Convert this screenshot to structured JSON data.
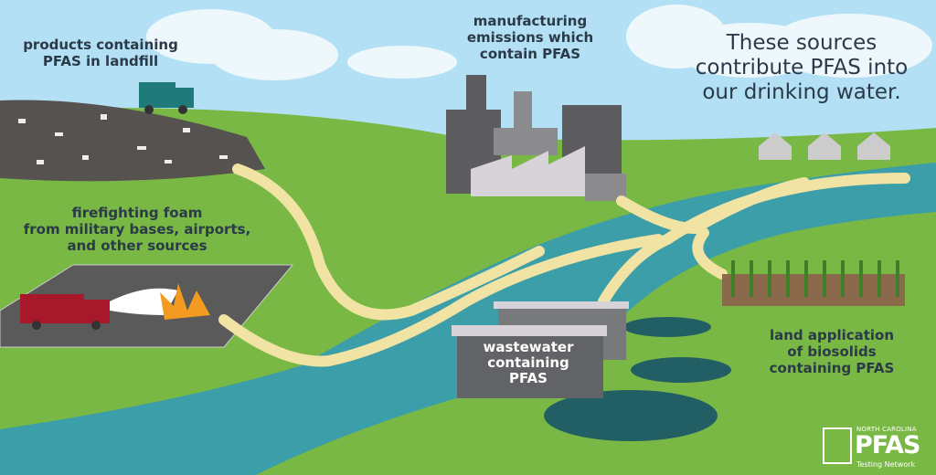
{
  "labels": {
    "landfill": [
      "products containing",
      "PFAS in landfill"
    ],
    "manufacturing": [
      "manufacturing",
      "emissions which",
      "contain PFAS"
    ],
    "firefighting": [
      "firefighting foam",
      "from military bases, airports,",
      "and other sources"
    ],
    "wastewater": [
      "wastewater",
      "containing",
      "PFAS"
    ],
    "biosolids": [
      "land application",
      "of biosolids",
      "containing PFAS"
    ]
  },
  "headline": [
    "These sources",
    "contribute PFAS into",
    "our drinking water."
  ],
  "logo": {
    "top": "NORTH CAROLINA",
    "main": "PFAS",
    "bottom": "Testing Network"
  },
  "colors": {
    "sky": "#b3e0f4",
    "grass": "#79b844",
    "river": "#3b9ea8",
    "arrow": "#f1e3a3",
    "text": "#2b3a48",
    "building": "#78797b",
    "pool": "#215f64"
  }
}
